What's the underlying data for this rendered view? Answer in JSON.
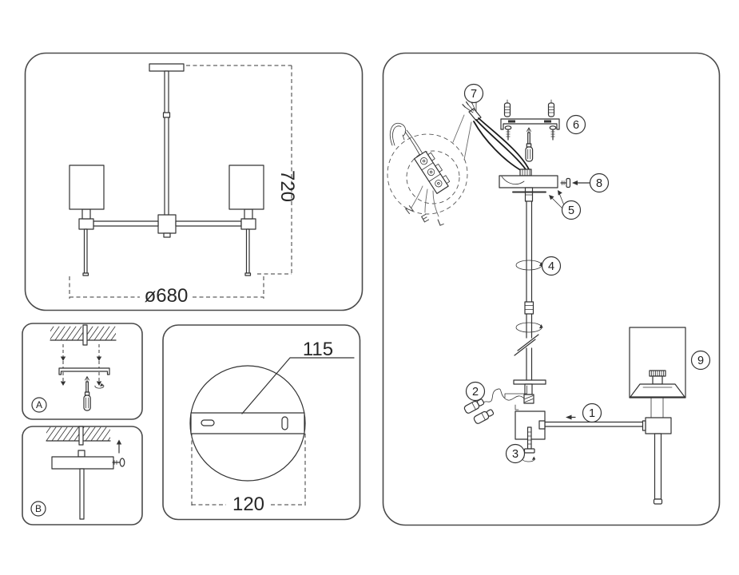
{
  "colors": {
    "background": "#ffffff",
    "ink": "#333333",
    "panel_border": "#4a4a4a",
    "wire_black": "#1d1d1d"
  },
  "overview_panel": {
    "height_dim": "720",
    "diameter_dim": "ø680"
  },
  "mount_step_a": {
    "badge": "A"
  },
  "mount_step_b": {
    "badge": "B"
  },
  "canopy_plate_panel": {
    "bracket_width_dim": "115",
    "plate_diameter_dim": "120"
  },
  "assembly_panel": {
    "callouts": {
      "c1": "1",
      "c2": "2",
      "c3": "3",
      "c4": "4",
      "c5": "5",
      "c6": "6",
      "c7": "7",
      "c8": "8",
      "c9": "9"
    },
    "terminal_labels": {
      "neutral": "N",
      "earth": "E",
      "live": "L"
    }
  }
}
